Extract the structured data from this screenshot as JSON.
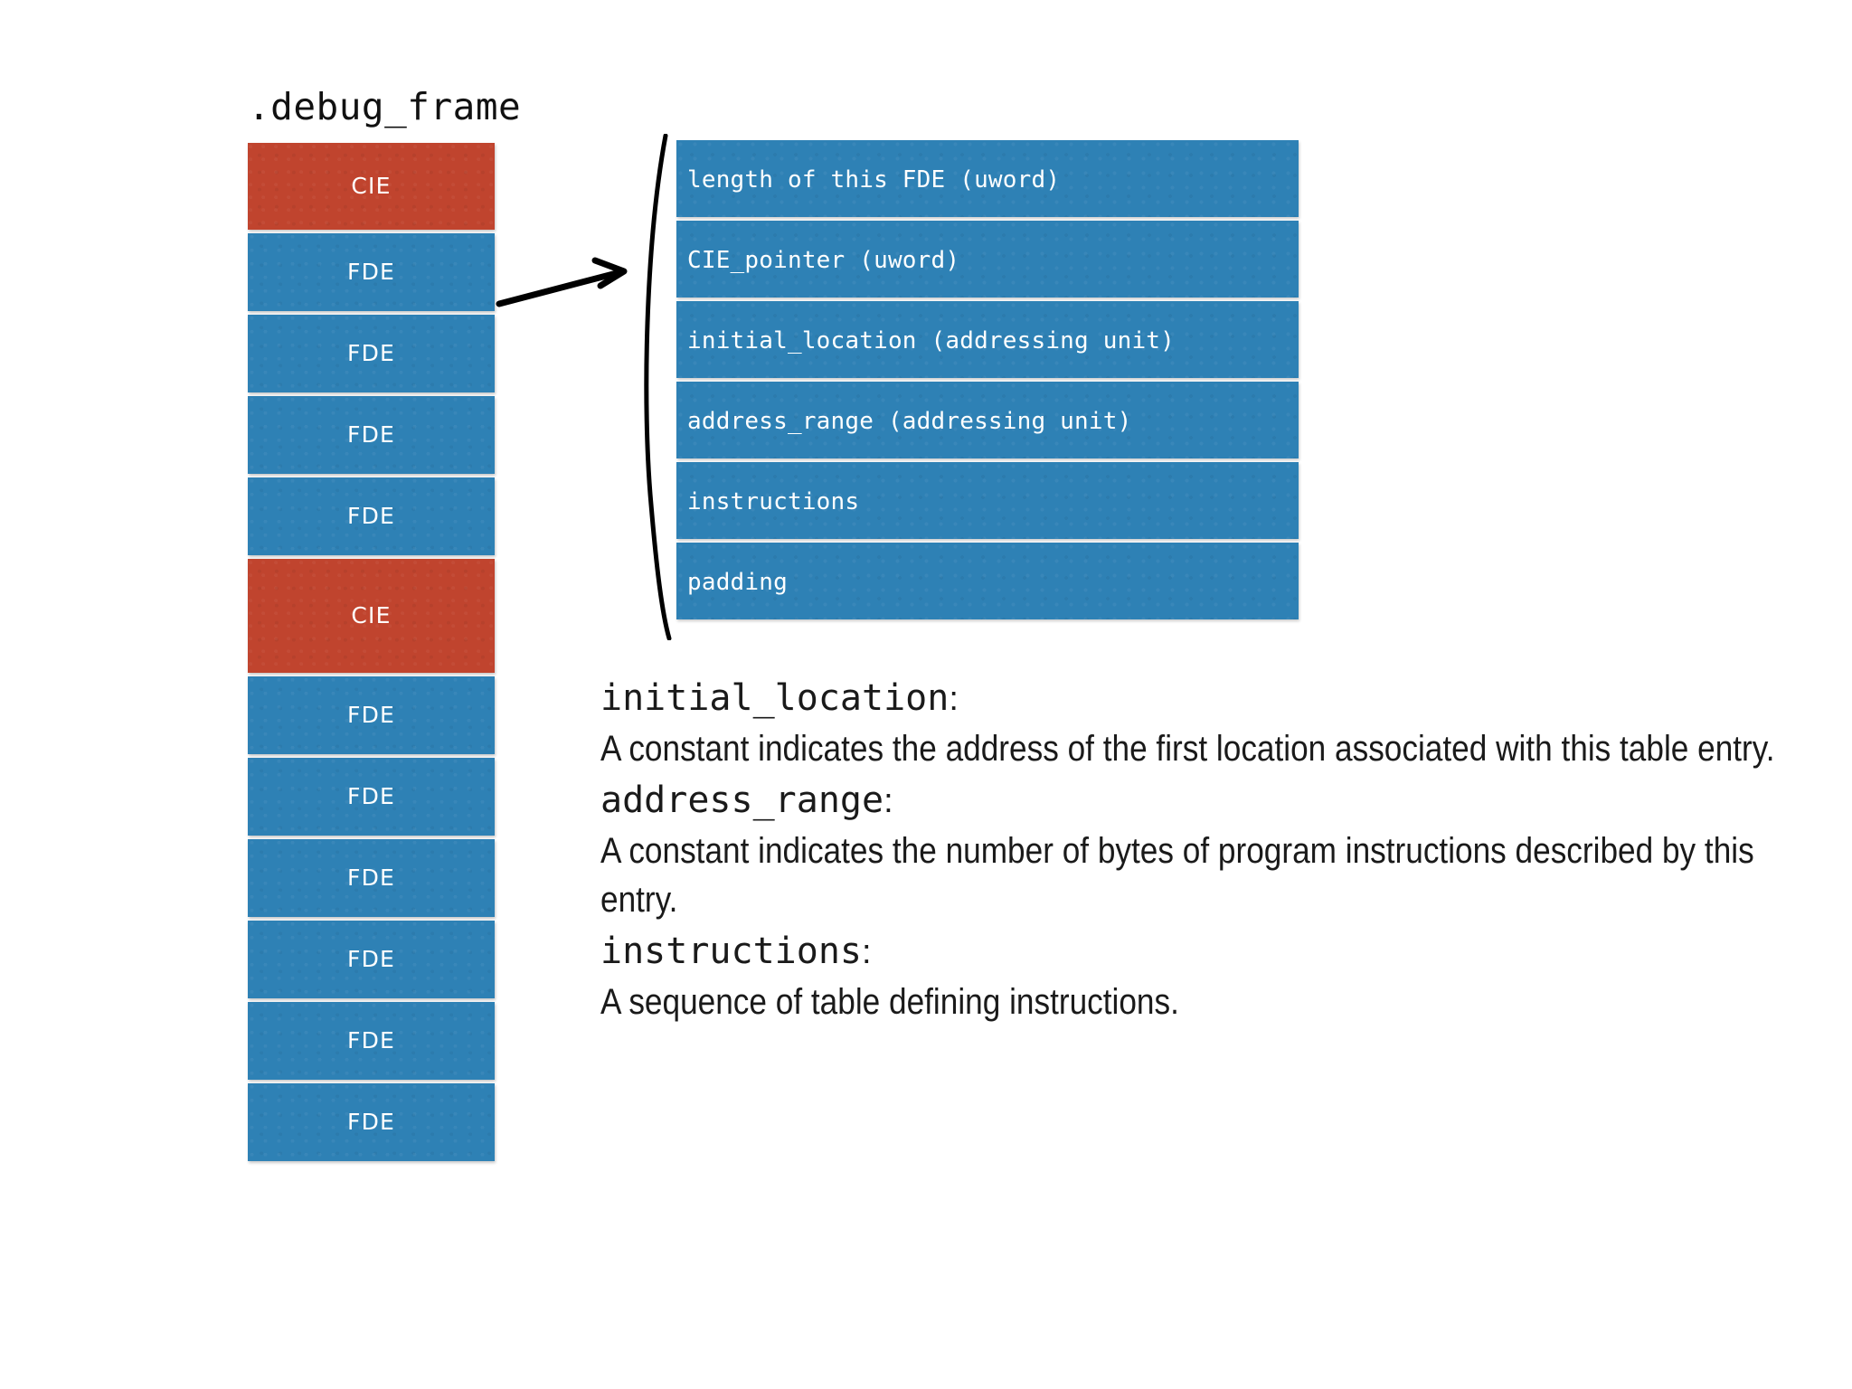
{
  "slide": {
    "background_color": "#ffffff",
    "section_title": ".debug_frame"
  },
  "colors": {
    "cie_block": "#c0442e",
    "fde_block": "#2e81b5",
    "block_text": "#ffffff",
    "body_text": "#1a1a1a",
    "arrow": "#000000"
  },
  "frame_stack": {
    "name": ".debug_frame",
    "blocks": [
      {
        "label": "CIE",
        "kind": "cie",
        "height": 96
      },
      {
        "label": "FDE",
        "kind": "fde",
        "height": 86
      },
      {
        "label": "FDE",
        "kind": "fde",
        "height": 86
      },
      {
        "label": "FDE",
        "kind": "fde",
        "height": 86
      },
      {
        "label": "FDE",
        "kind": "fde",
        "height": 86
      },
      {
        "label": "CIE",
        "kind": "cie",
        "height": 126
      },
      {
        "label": "FDE",
        "kind": "fde",
        "height": 86
      },
      {
        "label": "FDE",
        "kind": "fde",
        "height": 86
      },
      {
        "label": "FDE",
        "kind": "fde",
        "height": 86
      },
      {
        "label": "FDE",
        "kind": "fde",
        "height": 86
      },
      {
        "label": "FDE",
        "kind": "fde",
        "height": 86
      },
      {
        "label": "FDE",
        "kind": "fde",
        "height": 86
      }
    ]
  },
  "fde_detail": {
    "rows": [
      {
        "label": "length of this FDE (uword)"
      },
      {
        "label": "CIE_pointer (uword)"
      },
      {
        "label": "initial_location (addressing unit)"
      },
      {
        "label": "address_range (addressing unit)"
      },
      {
        "label": "instructions"
      },
      {
        "label": "padding"
      }
    ]
  },
  "description": {
    "entries": [
      {
        "term": "initial_location",
        "colon": ":",
        "body": "A constant indicates the address of the first location associated with this table entry."
      },
      {
        "term": "address_range",
        "colon": ":",
        "body": "A constant indicates the number of bytes of program instructions described by this entry."
      },
      {
        "term": "instructions",
        "colon": ":",
        "body": "A sequence of table defining instructions."
      }
    ]
  }
}
